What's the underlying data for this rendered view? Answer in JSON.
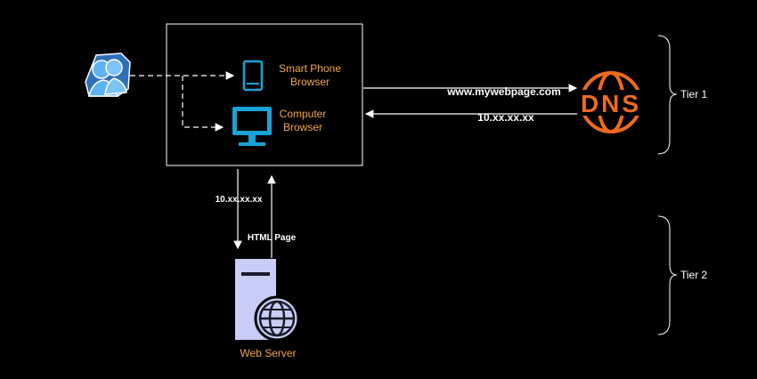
{
  "nodes": {
    "smartphone": {
      "line1": "Smart Phone",
      "line2": "Browser"
    },
    "computer": {
      "line1": "Computer",
      "line2": "Browser"
    },
    "webserver": {
      "label": "Web Server"
    },
    "dns": {
      "label": "DNS"
    }
  },
  "edges": {
    "request_url": "www.mywebpage.com",
    "dns_response": "10.xx.xx.xx",
    "server_request": "10.xx.xx.xx",
    "server_response": "HTML Page"
  },
  "tiers": {
    "tier1": "Tier 1",
    "tier2": "Tier 2"
  },
  "colors": {
    "orange": "#f5a54a",
    "dns_orange": "#ee6a1f",
    "monitor_blue": "#1aa3d6",
    "server_lavender": "#c9cdf5",
    "user_blue": "#3f9be0"
  }
}
